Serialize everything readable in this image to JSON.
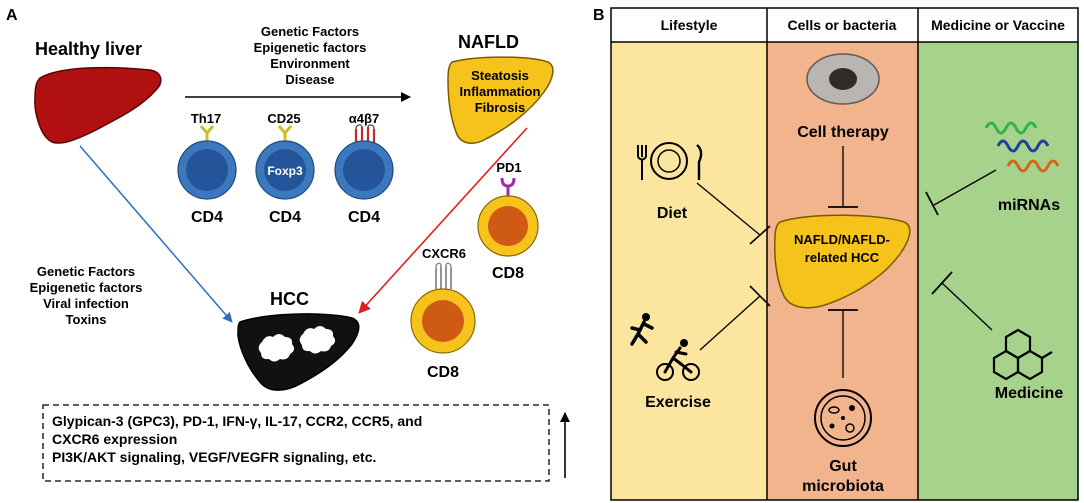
{
  "panel_a": {
    "label": "A",
    "healthy_liver": "Healthy liver",
    "nafld_title": "NAFLD",
    "nafld_body": [
      "Steatosis",
      "Inflammation",
      "Fibrosis"
    ],
    "top_factors": [
      "Genetic Factors",
      "Epigenetic factors",
      "Environment",
      "Disease"
    ],
    "left_factors": [
      "Genetic Factors",
      "Epigenetic factors",
      "Viral infection",
      "Toxins"
    ],
    "hcc": "HCC",
    "cd4_cells": [
      {
        "marker": "Th17",
        "inner": "",
        "label": "CD4"
      },
      {
        "marker": "CD25",
        "inner": "Foxp3",
        "label": "CD4"
      },
      {
        "marker": "α4β7",
        "inner": "",
        "label": "CD4"
      }
    ],
    "cd8_cells": [
      {
        "marker": "PD1",
        "label": "CD8"
      },
      {
        "marker": "CXCR6",
        "label": "CD8"
      }
    ],
    "box_lines": [
      "Glypican-3 (GPC3), PD-1, IFN-γ, IL-17, CCR2, CCR5, and",
      "CXCR6 expression",
      "PI3K/AKT signaling, VEGF/VEGFR signaling, etc."
    ],
    "colors": {
      "liver_red": "#b01010",
      "liver_yellow": "#f6c21c",
      "cd4_blue": "#3b78bd",
      "cd4_inner": "#24549a",
      "cd8_outer": "#f6c21c",
      "cd8_inner": "#cf5a14",
      "arrow_blue": "#2f6fbf",
      "arrow_red": "#e02020"
    }
  },
  "panel_b": {
    "label": "B",
    "columns": [
      "Lifestyle",
      "Cells or bacteria",
      "Medicine or Vaccine"
    ],
    "center": [
      "NAFLD/NAFLD-",
      "related HCC"
    ],
    "items": {
      "diet": "Diet",
      "exercise": "Exercise",
      "cell_therapy": "Cell therapy",
      "gut": [
        "Gut",
        "microbiota"
      ],
      "mirnas": "miRNAs",
      "medicine": "Medicine"
    },
    "colors": {
      "lifestyle_bg": "#fbe59f",
      "cells_bg": "#f2b48c",
      "medicine_bg": "#a7d28c"
    }
  }
}
